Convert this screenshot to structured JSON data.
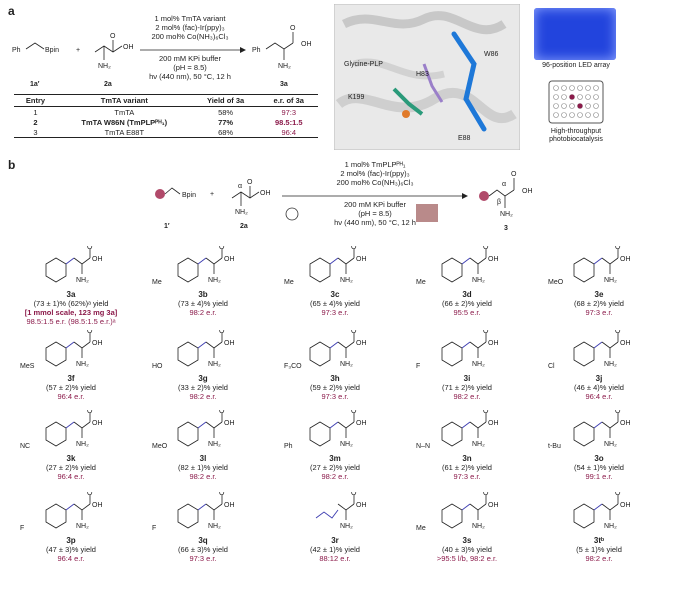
{
  "panel_a": {
    "label": "a",
    "reactant1": {
      "label": "1a′",
      "text_ph": "Ph",
      "text_bpin": "Bpin"
    },
    "reactant2": {
      "label": "2a",
      "text_oh": "OH",
      "text_o": "O",
      "text_nh2": "NH₂"
    },
    "product": {
      "label": "3a",
      "text_ph": "Ph",
      "text_oh": "OH",
      "text_o": "O",
      "text_nh2": "NH₂"
    },
    "plus": "+",
    "conditions": [
      "1 mol% TmTA variant",
      "2 mol% (fac)-Ir(ppy)₃",
      "200 mol% Co(NH₃)₆Cl₃",
      "200 mM KPi buffer",
      "(pH = 8.5)",
      "hν (440 nm), 50 °C, 12 h"
    ],
    "table": {
      "headers": [
        "Entry",
        "TmTA variant",
        "Yield of 3a",
        "e.r. of 3a"
      ],
      "rows": [
        {
          "entry": "1",
          "variant": "TmTA",
          "yield": "58%",
          "er": "97:3",
          "bold": false
        },
        {
          "entry": "2",
          "variant": "TmTA W86N (TmPLPᴾᴴ₁)",
          "yield": "77%",
          "er": "98.5:1.5",
          "bold": true
        },
        {
          "entry": "3",
          "variant": "TmTA E88T",
          "yield": "68%",
          "er": "96:4",
          "bold": false
        }
      ]
    },
    "structure_labels": {
      "glycine": "Glycine-PLP",
      "w86": "W86",
      "h83": "H83",
      "k199": "K199",
      "e88": "E88"
    },
    "led_caption": "96-position LED array",
    "photo_caption_1": "High-throughput",
    "photo_caption_2": "photobiocatalysis"
  },
  "panel_b": {
    "label": "b",
    "reactant1": {
      "label": "1′",
      "text_bpin": "Bpin"
    },
    "reactant2": {
      "label": "2a",
      "alpha": "α",
      "text_oh": "OH",
      "text_o": "O",
      "text_nh2": "NH₂"
    },
    "product": {
      "label": "3",
      "alpha": "α",
      "beta": "β",
      "text_oh": "OH",
      "text_o": "O",
      "text_nh2": "NH₂"
    },
    "plus": "+",
    "conditions": [
      "1 mol% TmPLPᴾᴴ₁",
      "2 mol% (fac)-Ir(ppy)₃",
      "200 mol% Co(NH₃)₆Cl₃",
      "200 mM KPi buffer",
      "(pH = 8.5)",
      "hν (440 nm), 50 °C, 12 h"
    ],
    "compounds": [
      {
        "id": "3a",
        "yield": "(73 ± 1)% (62%)ᵃ yield",
        "note": "[1 mmol scale, 123 mg 3a]",
        "er": "98.5:1.5 e.r. (98.5:1.5 e.r.)ᵃ",
        "sub": ""
      },
      {
        "id": "3b",
        "yield": "(73 ± 4)% yield",
        "er": "98:2 e.r.",
        "sub": "Me"
      },
      {
        "id": "3c",
        "yield": "(65 ± 4)% yield",
        "er": "97:3 e.r.",
        "sub": "Me"
      },
      {
        "id": "3d",
        "yield": "(66 ± 2)% yield",
        "er": "95:5 e.r.",
        "sub": "Me"
      },
      {
        "id": "3e",
        "yield": "(68 ± 2)% yield",
        "er": "97:3 e.r.",
        "sub": "MeO"
      },
      {
        "id": "3f",
        "yield": "(57 ± 2)% yield",
        "er": "96:4 e.r.",
        "sub": "MeS"
      },
      {
        "id": "3g",
        "yield": "(33 ± 2)% yield",
        "er": "98:2 e.r.",
        "sub": "HO"
      },
      {
        "id": "3h",
        "yield": "(59 ± 2)% yield",
        "er": "97:3 e.r.",
        "sub": "F₃CO"
      },
      {
        "id": "3i",
        "yield": "(71 ± 2)% yield",
        "er": "98:2 e.r.",
        "sub": "F"
      },
      {
        "id": "3j",
        "yield": "(46 ± 4)% yield",
        "er": "96:4 e.r.",
        "sub": "Cl"
      },
      {
        "id": "3k",
        "yield": "(27 ± 2)% yield",
        "er": "96:4 e.r.",
        "sub": "NC"
      },
      {
        "id": "3l",
        "yield": "(82 ± 1)% yield",
        "er": "98:2 e.r.",
        "sub": "MeO"
      },
      {
        "id": "3m",
        "yield": "(27 ± 2)% yield",
        "er": "98:2 e.r.",
        "sub": "Ph"
      },
      {
        "id": "3n",
        "yield": "(61 ± 2)% yield",
        "er": "97:3 e.r.",
        "sub": "N–N"
      },
      {
        "id": "3o",
        "yield": "(54 ± 1)% yield",
        "er": "99:1 e.r.",
        "sub": "t-Bu"
      },
      {
        "id": "3p",
        "yield": "(47 ± 3)% yield",
        "er": "96:4 e.r.",
        "sub": "F"
      },
      {
        "id": "3q",
        "yield": "(66 ± 3)% yield",
        "er": "97:3 e.r.",
        "sub": "F"
      },
      {
        "id": "3r",
        "yield": "(42 ± 1)% yield",
        "er": "88:12 e.r.",
        "sub": ""
      },
      {
        "id": "3s",
        "yield": "(40 ± 3)% yield",
        "er": ">95:5 l/b, 98:2 e.r.",
        "sub": "Me"
      },
      {
        "id": "3tᵇ",
        "yield": "(5 ± 1)% yield",
        "er": "98:2 e.r.",
        "sub": ""
      }
    ],
    "mol_labels": {
      "oh": "OH",
      "o": "O",
      "nh2": "NH₂"
    }
  },
  "colors": {
    "er": "#8b1a4a",
    "sidechain": "#3b3bb0",
    "led_blue": "#2244dd"
  }
}
